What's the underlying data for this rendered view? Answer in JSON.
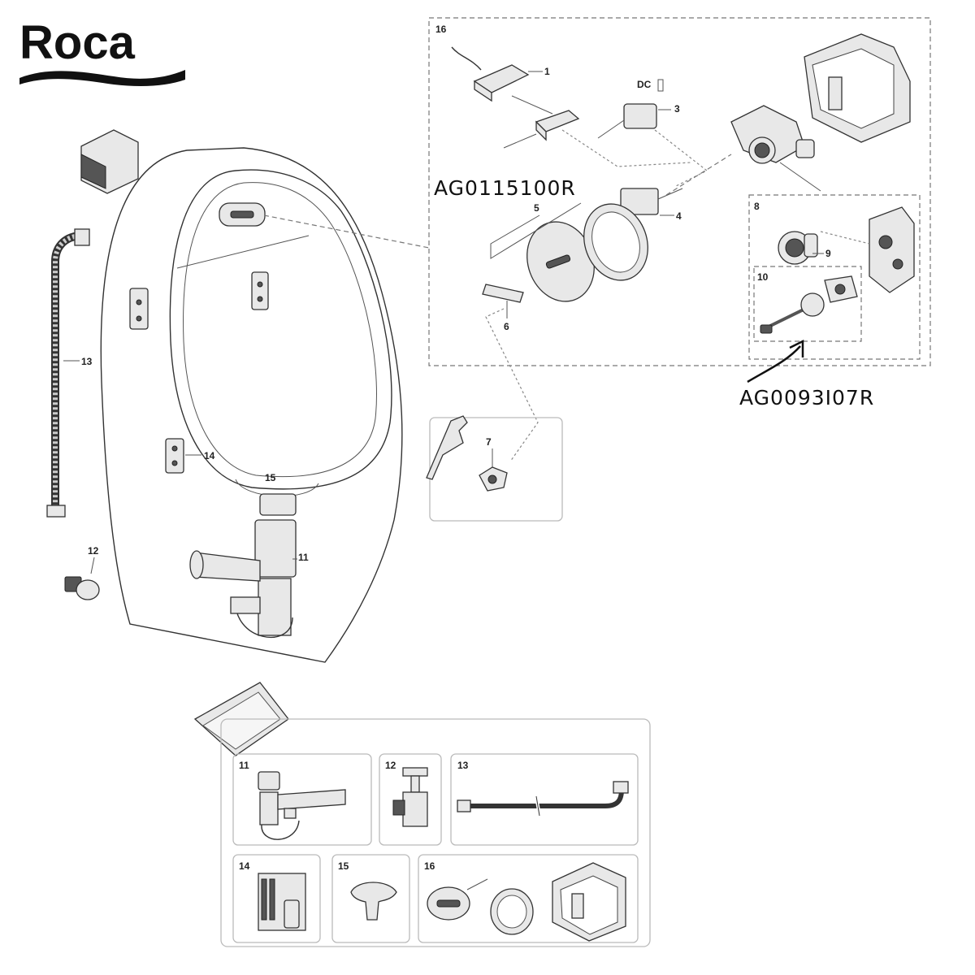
{
  "brand": {
    "name": "Roca"
  },
  "part_codes": {
    "sensor_kit": "AG0115100R",
    "valve_part": "AG0093I07R"
  },
  "callouts": {
    "c1": "1",
    "c3": "3",
    "c4": "4",
    "c5": "5",
    "c6": "6",
    "c7": "7",
    "c8": "8",
    "c9": "9",
    "c10": "10",
    "c11": "11",
    "c12": "12",
    "c13": "13",
    "c14": "14",
    "c15": "15",
    "c16": "16",
    "dc": "DC"
  },
  "kit_boxes": [
    {
      "label": "11"
    },
    {
      "label": "12"
    },
    {
      "label": "13"
    },
    {
      "label": "14"
    },
    {
      "label": "15"
    },
    {
      "label": "16"
    }
  ]
}
